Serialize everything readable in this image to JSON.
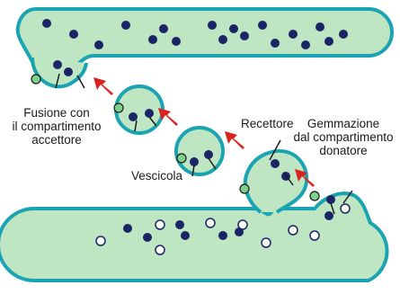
{
  "labels": {
    "fusion_line1": "Fusione con",
    "fusion_line2": "il compartimento",
    "fusion_line3": "accettore",
    "receptor": "Recettore",
    "vesicle": "Vescicola",
    "budding_line1": "Gemmazione",
    "budding_line2": "dal compartimento",
    "budding_line3": "donatore"
  },
  "colors": {
    "membrane": "#1aa3b3",
    "lumen": "#bfe6c2",
    "cargo_dark": "#1b2466",
    "cargo_light": "#ffffff",
    "receptor_coat": "#7fd08a",
    "arrow": "#d8231e"
  }
}
